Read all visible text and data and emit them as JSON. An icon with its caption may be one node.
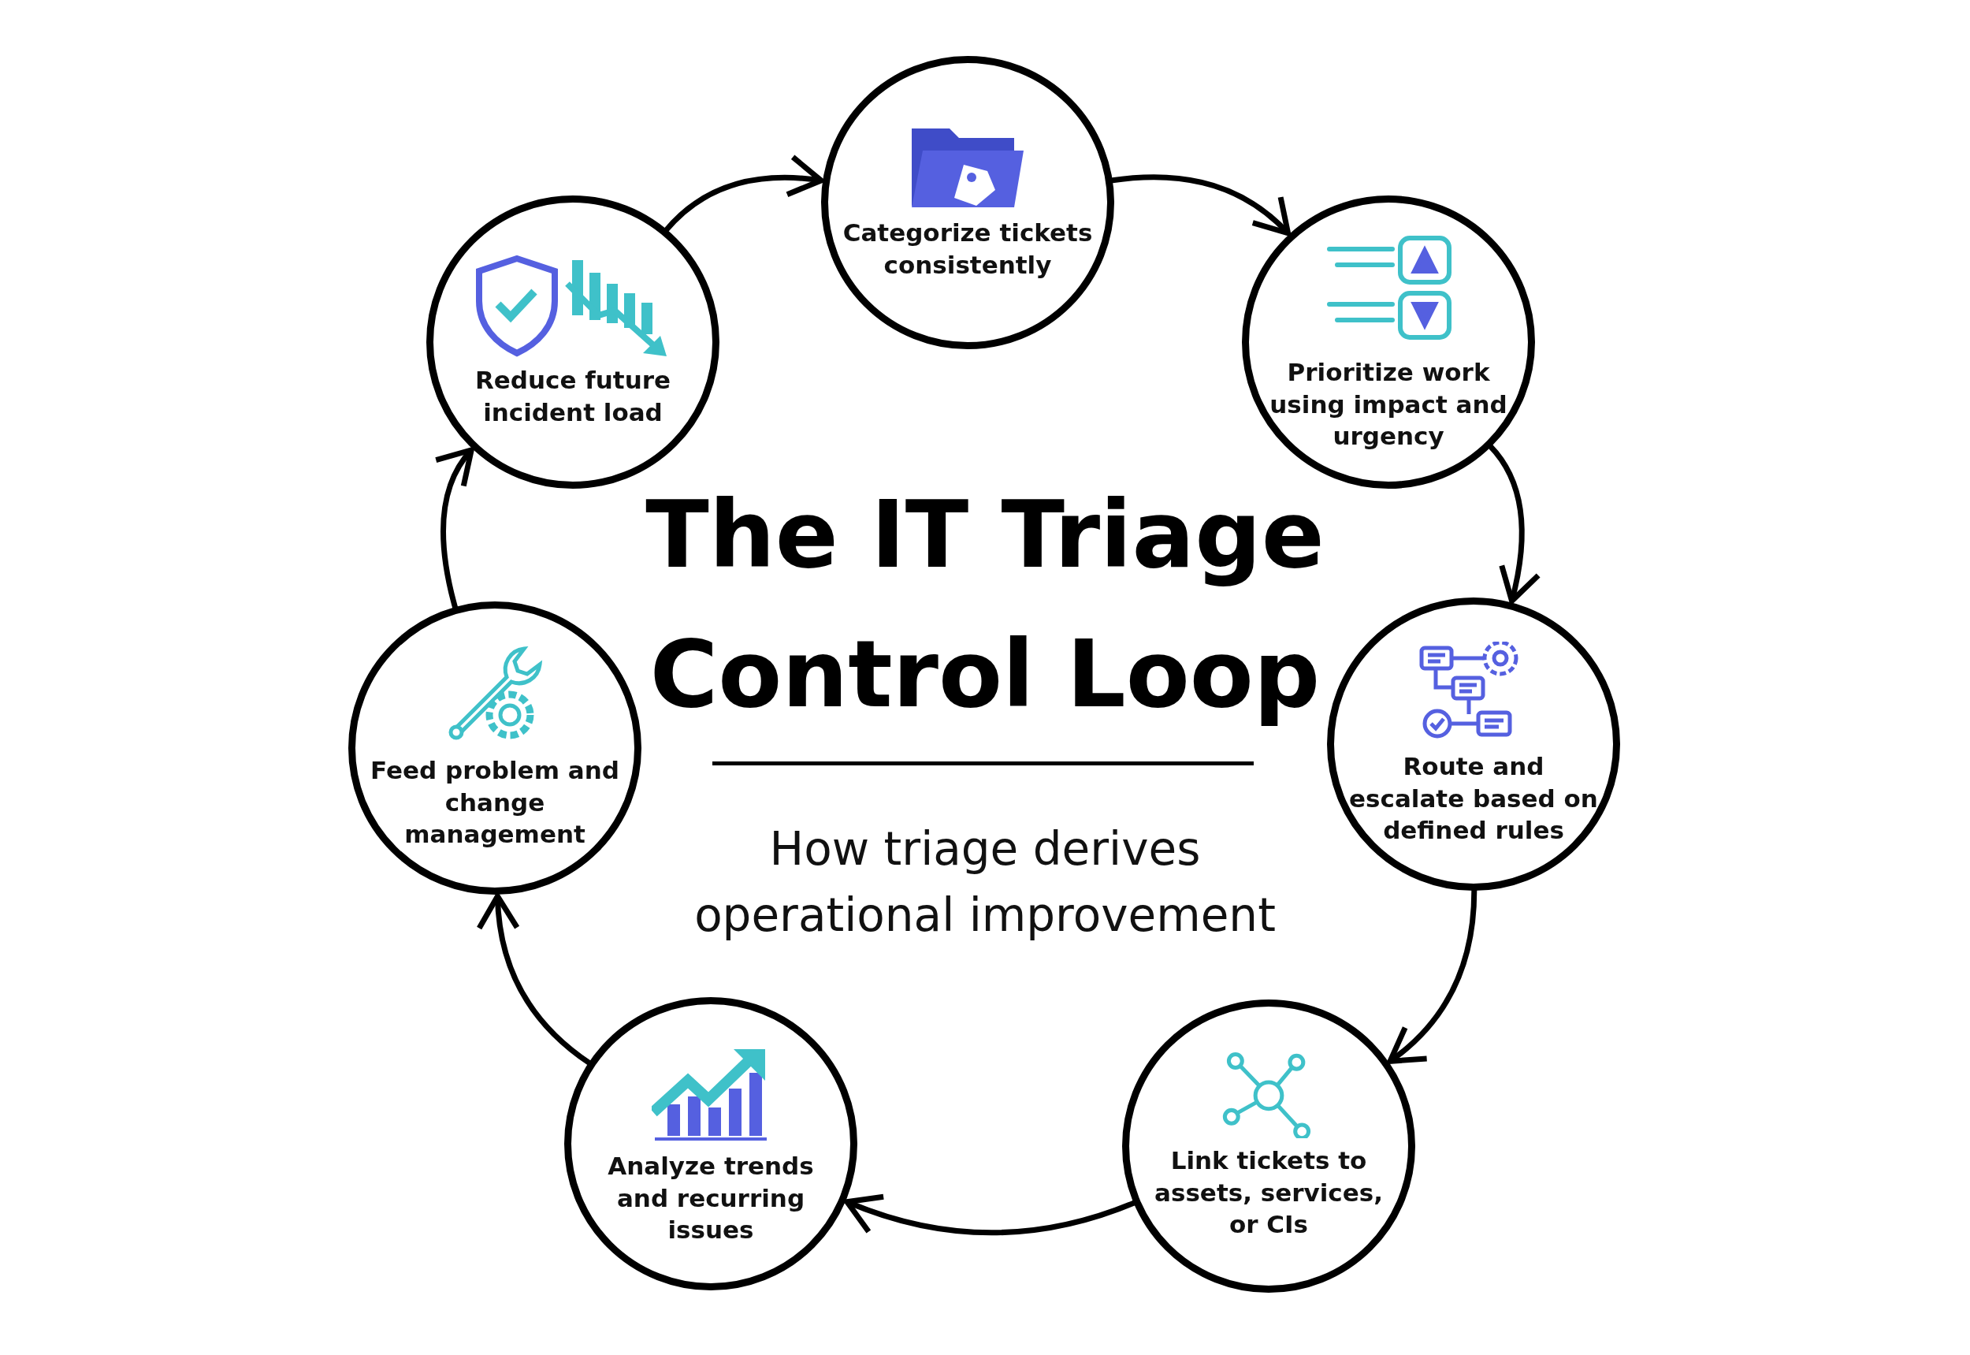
{
  "diagram": {
    "title": "The IT Triage Control Loop",
    "nodes": [
      {
        "text": [
          "Categorize tickets consistently"
        ]
      },
      {
        "text": [
          "Prioritize work using impact and urgency"
        ]
      },
      {
        "text": [
          "Route and escalate based on defined rules"
        ]
      },
      {
        "text": [
          "Link tickets to assets, services, or CIs"
        ]
      },
      {
        "text": [
          "Analyze trends and recurring issues"
        ]
      },
      {
        "text": [
          "Feed problem and change management"
        ]
      },
      {
        "text": [
          "Reduce future incident load"
        ]
      }
    ],
    "edges": [
      {
        "from": 6,
        "to": 0,
        "arrow": "to"
      },
      {
        "from": 0,
        "to": 1,
        "arrow": "to"
      },
      {
        "from": 1,
        "to": 2,
        "arrow": "to"
      },
      {
        "from": 2,
        "to": 3,
        "arrow": "to"
      },
      {
        "from": 3,
        "to": 4,
        "arrow": "to"
      },
      {
        "from": 4,
        "to": 5,
        "arrow": "to"
      },
      {
        "from": 5,
        "to": 6,
        "arrow": "to"
      }
    ],
    "labels": [
      "How triage derives operational improvement"
    ]
  }
}
